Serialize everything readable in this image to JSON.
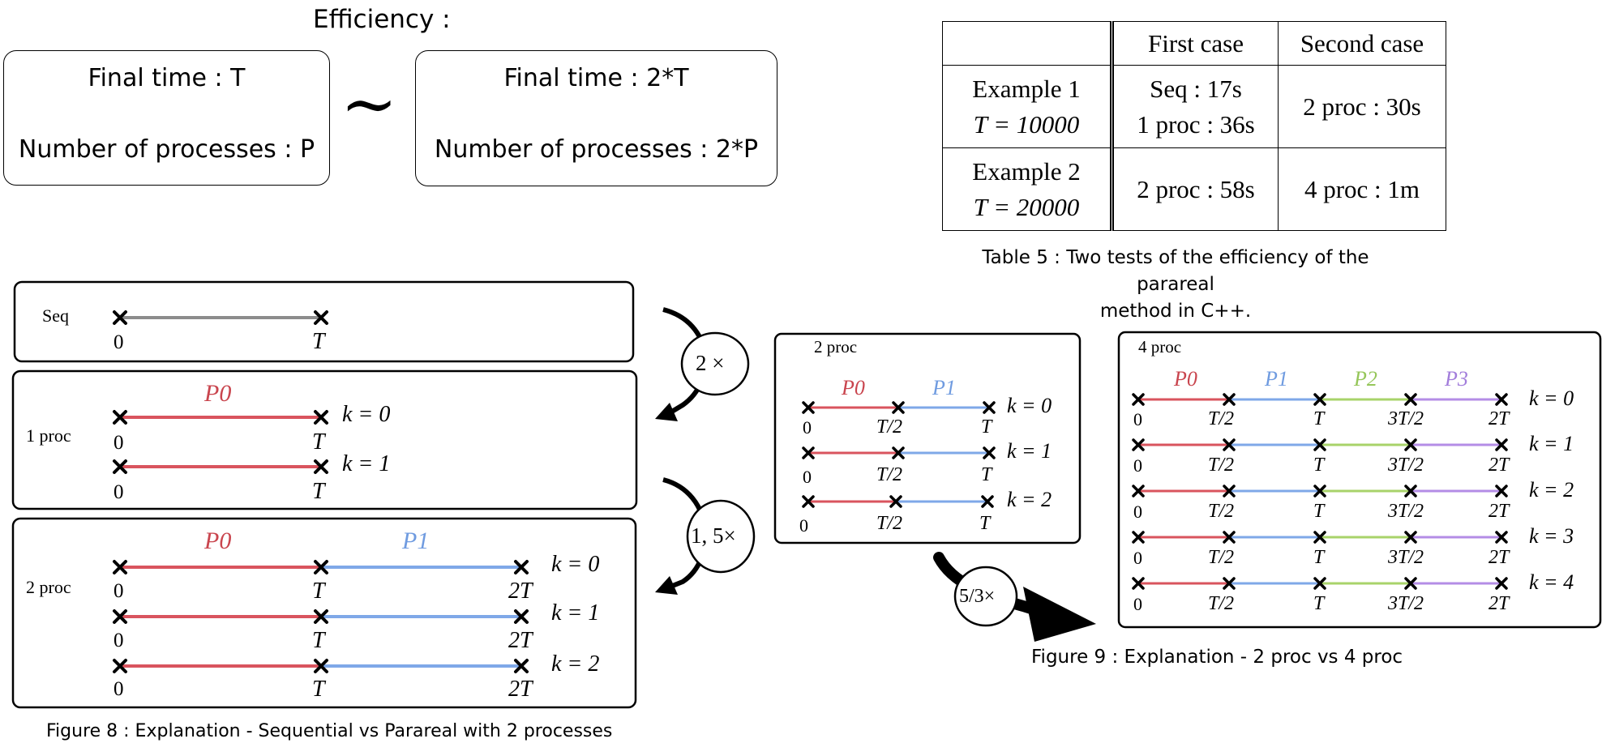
{
  "efficiency": {
    "title": "Efficiency :",
    "left_box": {
      "line1": "Final time : T",
      "line2": "Number of processes : P"
    },
    "tilde": "∼",
    "right_box": {
      "line1": "Final time : 2*T",
      "line2": "Number of processes : 2*P"
    }
  },
  "table5": {
    "headers": [
      "",
      "First case",
      "Second case"
    ],
    "rows": [
      {
        "example": "Example 1",
        "t": "T = 10000",
        "first": [
          "Seq : 17s",
          "1 proc : 36s"
        ],
        "second": "2 proc : 30s"
      },
      {
        "example": "Example 2",
        "t": "T = 20000",
        "first": [
          "2 proc : 58s"
        ],
        "second": "4 proc : 1m"
      }
    ],
    "caption_line1": "Table 5 : Two tests of the efficiency of the parareal",
    "caption_line2": "method in C++."
  },
  "figure8": {
    "caption": "Figure 8 : Explanation - Sequential vs Parareal with 2 processes",
    "seq_label": "Seq",
    "proc1_label": "1 proc",
    "proc2_label": "2 proc",
    "speedup_1": "2 ×",
    "speedup_2": "1, 5×",
    "p0": "P0",
    "p1": "P1",
    "k0": "k = 0",
    "k1": "k = 1",
    "k2": "k = 2",
    "tick_0": "0",
    "tick_T": "T",
    "tick_2T": "2T"
  },
  "figure9": {
    "caption": "Figure 9 : Explanation - 2 proc vs 4 proc",
    "proc2_label": "2 proc",
    "proc4_label": "4 proc",
    "speedup": "5/3×",
    "p0": "P0",
    "p1": "P1",
    "p2": "P2",
    "p3": "P3",
    "k_labels": [
      "k = 0",
      "k = 1",
      "k = 2",
      "k = 3",
      "k = 4"
    ],
    "ticks": [
      "0",
      "T/2",
      "T",
      "3T/2",
      "2T"
    ]
  },
  "colors": {
    "seq_line": "#8c8c8c",
    "p0": "#d9545e",
    "p1": "#7fa8e8",
    "p2": "#a8d36a",
    "p3": "#b48de6",
    "p0_text": "#c9454e",
    "p1_text": "#6f9be0",
    "p2_text": "#95c659",
    "p3_text": "#a27ddb"
  }
}
